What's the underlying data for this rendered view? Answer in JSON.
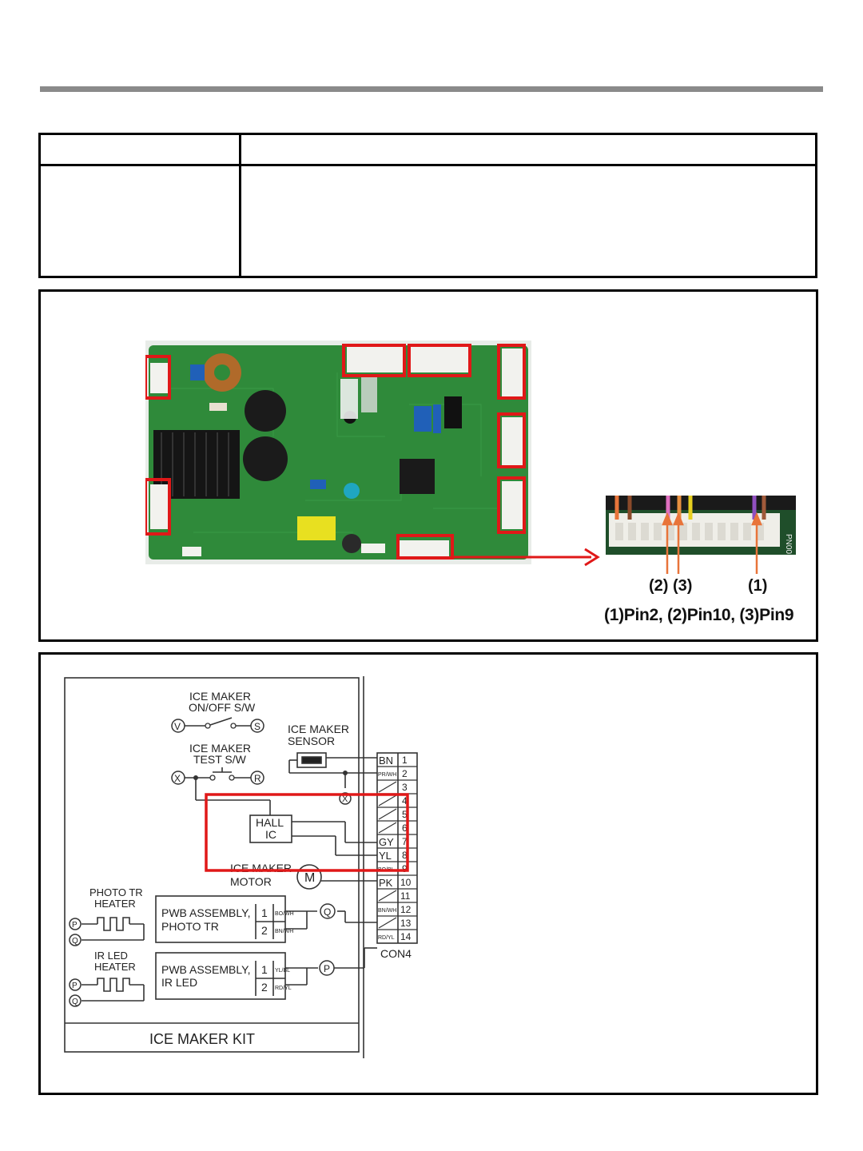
{
  "connector": {
    "pin_callout_labels": [
      "(2)",
      "(3)",
      "(1)"
    ],
    "pin_caption": "(1)Pin2, (2)Pin10, (3)Pin9"
  },
  "schematic": {
    "on_off_switch_line1": "ICE MAKER",
    "on_off_switch_line2": "ON/OFF S/W",
    "test_switch_line1": "ICE MAKER",
    "test_switch_line2": "TEST S/W",
    "sensor_line1": "ICE MAKER",
    "sensor_line2": "SENSOR",
    "hall_ic_line1": "HALL",
    "hall_ic_line2": "IC",
    "motor_line1": "ICE MAKER",
    "motor_line2": "MOTOR",
    "motor_symbol": "M",
    "photo_heater_line1": "PHOTO TR",
    "photo_heater_line2": "HEATER",
    "ir_heater_line1": "IR LED",
    "ir_heater_line2": "HEATER",
    "pwb_photo_line1": "PWB ASSEMBLY,",
    "pwb_photo_line2": "PHOTO TR",
    "pwb_ir_line1": "PWB ASSEMBLY,",
    "pwb_ir_line2": "IR LED",
    "pwb_photo_pins": [
      {
        "num": "1",
        "wire": "BO/WH"
      },
      {
        "num": "2",
        "wire": "BN/WH"
      }
    ],
    "pwb_ir_pins": [
      {
        "num": "1",
        "wire": "YL/BL"
      },
      {
        "num": "2",
        "wire": "RD/YL"
      }
    ],
    "nodes": {
      "V": "V",
      "S": "S",
      "X": "X",
      "R": "R",
      "P": "P",
      "Q": "Q"
    },
    "kit_label": "ICE MAKER KIT",
    "connector_label": "CON4",
    "con4_pins": [
      {
        "num": "1",
        "wire": "BN"
      },
      {
        "num": "2",
        "wire": "PR/WH"
      },
      {
        "num": "3",
        "wire": ""
      },
      {
        "num": "4",
        "wire": ""
      },
      {
        "num": "5",
        "wire": ""
      },
      {
        "num": "6",
        "wire": ""
      },
      {
        "num": "7",
        "wire": "GY"
      },
      {
        "num": "8",
        "wire": "YL"
      },
      {
        "num": "9",
        "wire": "BO/BL"
      },
      {
        "num": "10",
        "wire": "PK"
      },
      {
        "num": "11",
        "wire": ""
      },
      {
        "num": "12",
        "wire": "BN/WH"
      },
      {
        "num": "13",
        "wire": ""
      },
      {
        "num": "14",
        "wire": "RD/YL"
      }
    ]
  },
  "colors": {
    "highlight": "#e01818",
    "pcb_green": "#2f8a3a",
    "rule_gray": "#8a8a8a",
    "wire_orange": "#e8743a"
  }
}
